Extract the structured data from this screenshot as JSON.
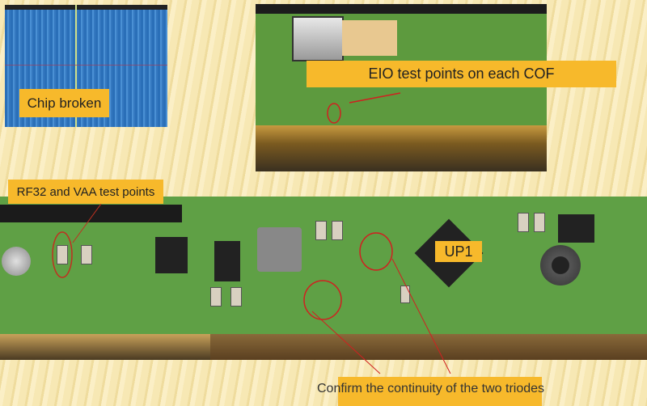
{
  "labels": {
    "chip_broken": "Chip broken",
    "eio_test_points": "EIO test points on each COF",
    "rf32_vaa": "RF32 and VAA test points",
    "up1": "UP1",
    "triodes": "Confirm the continuity of the two triodes"
  },
  "colors": {
    "label_bg": "#f7b92b",
    "annotation": "#d02020",
    "pcb": "#5fa045"
  }
}
